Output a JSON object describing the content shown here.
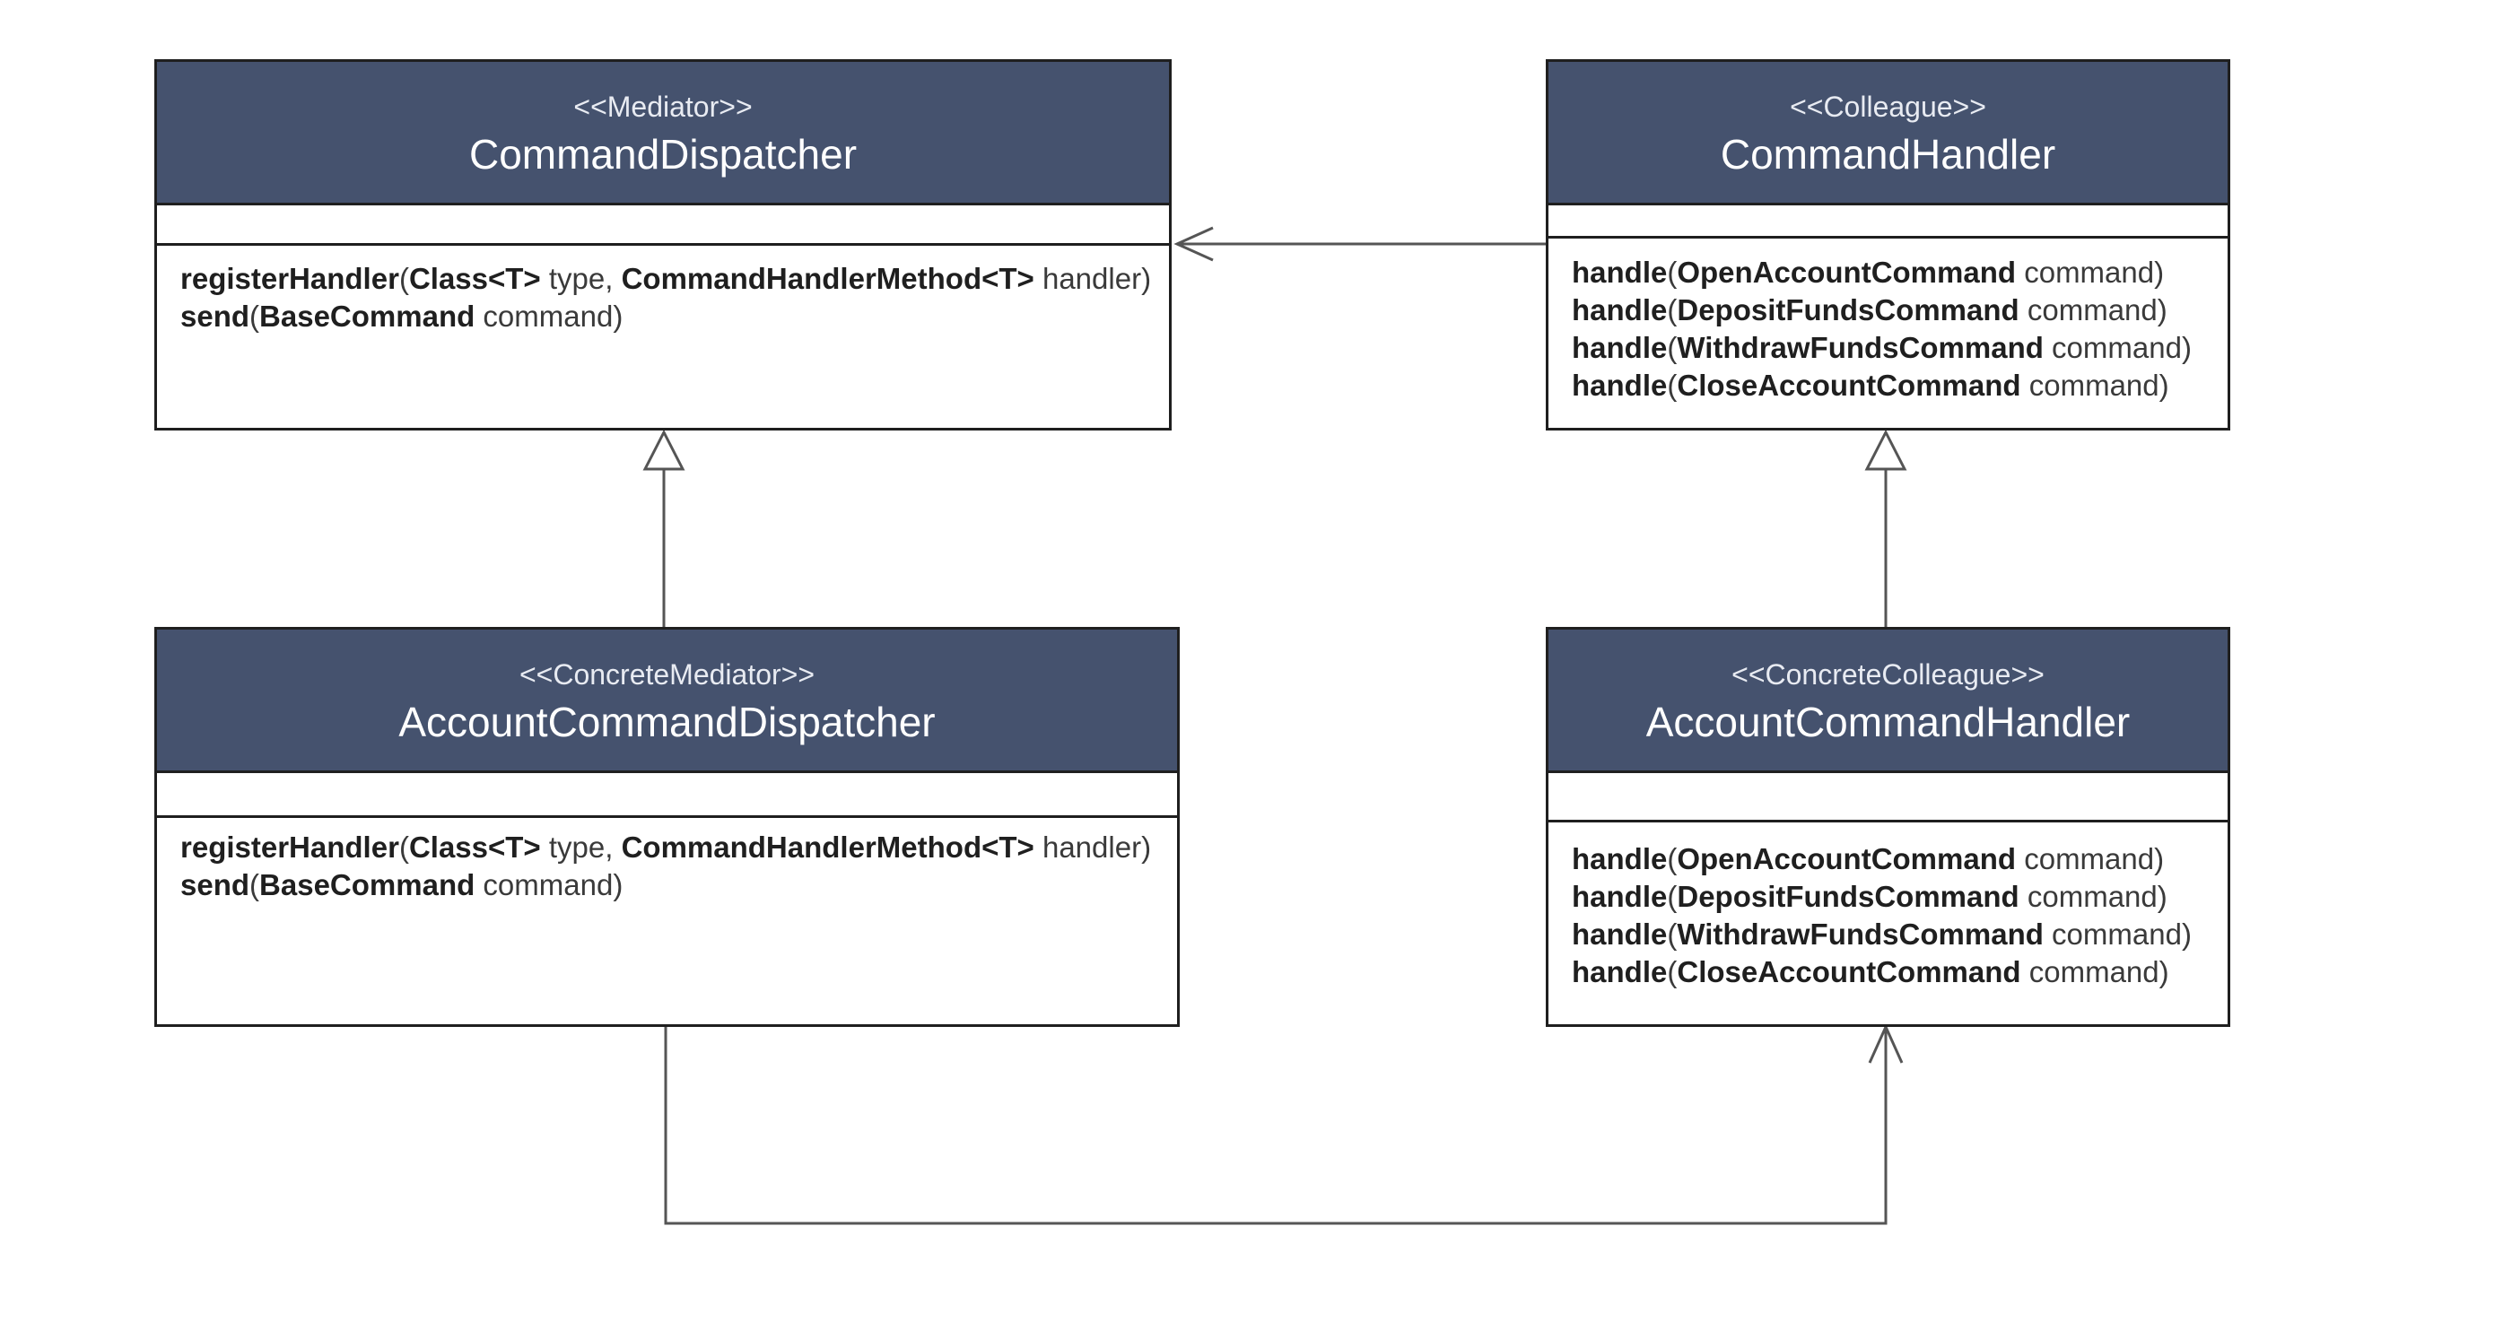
{
  "colors": {
    "header_fill": "#45526e",
    "header_text": "#ffffff",
    "border": "#1f1f1f",
    "connector": "#555555",
    "method_text": "#3a3a3a"
  },
  "classes": [
    {
      "id": "command-dispatcher",
      "stereotype": "<<Mediator>>",
      "name": "CommandDispatcher",
      "methods": [
        [
          {
            "t": "registerHandler",
            "b": true
          },
          {
            "t": "(",
            "b": false
          },
          {
            "t": "Class<T>",
            "b": true
          },
          {
            "t": " type, ",
            "b": false
          },
          {
            "t": "CommandHandlerMethod<T>",
            "b": true
          },
          {
            "t": " handler)",
            "b": false
          }
        ],
        [
          {
            "t": "send",
            "b": true
          },
          {
            "t": "(",
            "b": false
          },
          {
            "t": "BaseCommand",
            "b": true
          },
          {
            "t": " command)",
            "b": false
          }
        ]
      ]
    },
    {
      "id": "command-handler",
      "stereotype": "<<Colleague>>",
      "name": "CommandHandler",
      "methods": [
        [
          {
            "t": "handle",
            "b": true
          },
          {
            "t": "(",
            "b": false
          },
          {
            "t": "OpenAccountCommand",
            "b": true
          },
          {
            "t": " command)",
            "b": false
          }
        ],
        [
          {
            "t": "handle",
            "b": true
          },
          {
            "t": "(",
            "b": false
          },
          {
            "t": "DepositFundsCommand",
            "b": true
          },
          {
            "t": " command)",
            "b": false
          }
        ],
        [
          {
            "t": "handle",
            "b": true
          },
          {
            "t": "(",
            "b": false
          },
          {
            "t": "WithdrawFundsCommand",
            "b": true
          },
          {
            "t": " command)",
            "b": false
          }
        ],
        [
          {
            "t": "handle",
            "b": true
          },
          {
            "t": "(",
            "b": false
          },
          {
            "t": "CloseAccountCommand",
            "b": true
          },
          {
            "t": " command)",
            "b": false
          }
        ]
      ]
    },
    {
      "id": "account-command-dispatcher",
      "stereotype": "<<ConcreteMediator>>",
      "name": "AccountCommandDispatcher",
      "methods": [
        [
          {
            "t": "registerHandler",
            "b": true
          },
          {
            "t": "(",
            "b": false
          },
          {
            "t": "Class<T>",
            "b": true
          },
          {
            "t": " type, ",
            "b": false
          },
          {
            "t": "CommandHandlerMethod<T>",
            "b": true
          },
          {
            "t": " handler)",
            "b": false
          }
        ],
        [
          {
            "t": "send",
            "b": true
          },
          {
            "t": "(",
            "b": false
          },
          {
            "t": "BaseCommand",
            "b": true
          },
          {
            "t": " command)",
            "b": false
          }
        ]
      ]
    },
    {
      "id": "account-command-handler",
      "stereotype": "<<ConcreteColleague>>",
      "name": "AccountCommandHandler",
      "methods": [
        [
          {
            "t": "handle",
            "b": true
          },
          {
            "t": "(",
            "b": false
          },
          {
            "t": "OpenAccountCommand",
            "b": true
          },
          {
            "t": " command)",
            "b": false
          }
        ],
        [
          {
            "t": "handle",
            "b": true
          },
          {
            "t": "(",
            "b": false
          },
          {
            "t": "DepositFundsCommand",
            "b": true
          },
          {
            "t": " command)",
            "b": false
          }
        ],
        [
          {
            "t": "handle",
            "b": true
          },
          {
            "t": "(",
            "b": false
          },
          {
            "t": "WithdrawFundsCommand",
            "b": true
          },
          {
            "t": " command)",
            "b": false
          }
        ],
        [
          {
            "t": "handle",
            "b": true
          },
          {
            "t": "(",
            "b": false
          },
          {
            "t": "CloseAccountCommand",
            "b": true
          },
          {
            "t": " command)",
            "b": false
          }
        ]
      ]
    }
  ],
  "relations": [
    {
      "from": "command-handler",
      "to": "command-dispatcher",
      "kind": "association-open-arrow"
    },
    {
      "from": "account-command-dispatcher",
      "to": "command-dispatcher",
      "kind": "generalization"
    },
    {
      "from": "account-command-handler",
      "to": "command-handler",
      "kind": "generalization"
    },
    {
      "from": "account-command-dispatcher",
      "to": "account-command-handler",
      "kind": "association-open-arrow"
    }
  ]
}
